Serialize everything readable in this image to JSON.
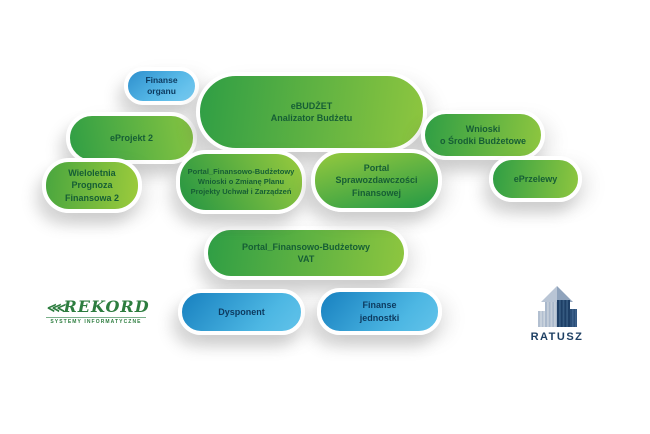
{
  "diagram": {
    "nodes": [
      {
        "id": "finanse-organu",
        "label": "Finanse\norganu"
      },
      {
        "id": "ebudzet",
        "label": "eBUDŻET\nAnalizator Budżetu"
      },
      {
        "id": "eprojekt2",
        "label": "eProjekt 2"
      },
      {
        "id": "wieloletnia",
        "label": "Wieloletnia\nPrognoza\nFinansowa 2"
      },
      {
        "id": "pfb-wnioski",
        "label": "Portal_Finansowo-Budżetowy\nWnioski o Zmianę Planu\nProjekty Uchwał i Zarządzeń"
      },
      {
        "id": "sprawozdawczosc",
        "label": "Portal\nSprawozdawczości\nFinansowej"
      },
      {
        "id": "wnioski-srodki",
        "label": "Wnioski\no Środki Budżetowe"
      },
      {
        "id": "eprzelewy",
        "label": "ePrzelewy"
      },
      {
        "id": "pfb-vat",
        "label": "Portal_Finansowo-Budżetowy\nVAT"
      },
      {
        "id": "dysponent",
        "label": "Dysponent"
      },
      {
        "id": "finanse-jednostki",
        "label": "Finanse\njednostki"
      }
    ]
  },
  "branding": {
    "rekord": {
      "arrows": "⋘",
      "name": "REKORD",
      "tagline": "SYSTEMY INFORMATYCZNE"
    },
    "ratusz": {
      "label": "RATUSZ"
    }
  },
  "colors": {
    "green_dark": "#2f9e45",
    "green_light": "#8ec63f",
    "blue_dark": "#1b84c2",
    "blue_light": "#62c3ea",
    "text_green": "#165e35",
    "text_blue": "#0d3a5f",
    "rekord_green": "#2d7d3f",
    "ratusz_navy": "#1d3f63"
  }
}
